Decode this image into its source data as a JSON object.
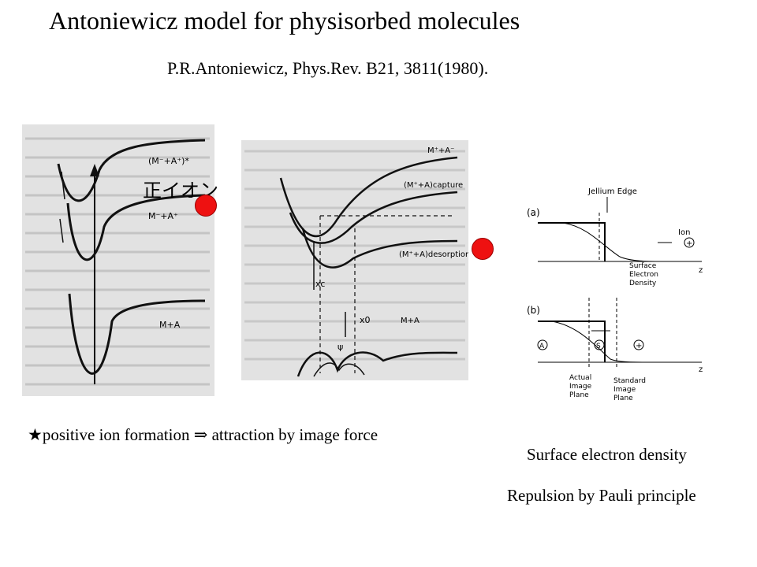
{
  "title": "Antoniewicz model for physisorbed molecules",
  "citation": "P.R.Antoniewicz, Phys.Rev. B21, 3811(1980).",
  "positive_ion_label": "正イオン",
  "caption": "★positive ion formation ⇒ attraction by image force",
  "right_captions": {
    "surface_density": "Surface electron density",
    "pauli": "Repulsion by Pauli principle"
  },
  "figure_left": {
    "curve_labels": [
      "(M⁻+A⁺)*",
      "M⁻+A⁺",
      "M+A"
    ]
  },
  "figure_middle": {
    "curve_labels": [
      "M⁺+A⁻",
      "(M⁺+A)capture",
      "(M⁺+A)desorption",
      "M+A"
    ],
    "markers": [
      "xc",
      "x0",
      "ψ"
    ]
  },
  "figure_right": {
    "panel_a": "(a)",
    "panel_b": "(b)",
    "jellium_edge": "Jellium Edge",
    "ion": "Ion",
    "surface_density_label": [
      "Surface",
      "Electron",
      "Density"
    ],
    "actual_image_plane": [
      "Actual",
      "Image",
      "Plane"
    ],
    "standard_image_plane": [
      "Standard",
      "Image",
      "Plane"
    ],
    "z_axis": "z",
    "circle_a": "A",
    "circle_s": "S",
    "plus": "+"
  },
  "colors": {
    "marker": "#ee1111",
    "scan_bg": "#e2e2e2"
  }
}
